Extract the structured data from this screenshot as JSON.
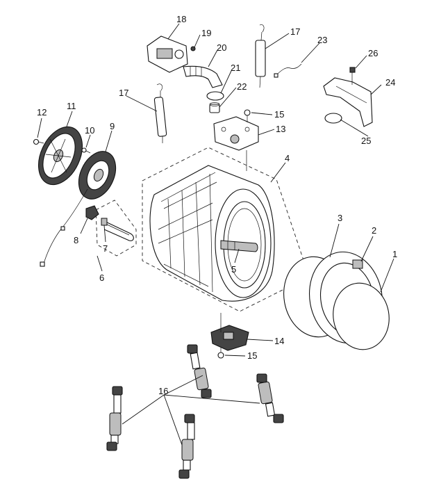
{
  "callouts": {
    "c1": "1",
    "c2": "2",
    "c3": "3",
    "c4": "4",
    "c5": "5",
    "c6": "6",
    "c7": "7",
    "c8": "8",
    "c9": "9",
    "c10": "10",
    "c11": "11",
    "c12": "12",
    "c13": "13",
    "c14": "14",
    "c15a": "15",
    "c15b": "15",
    "c16": "16",
    "c17a": "17",
    "c17b": "17",
    "c18": "18",
    "c19": "19",
    "c20": "20",
    "c21": "21",
    "c22": "22",
    "c23": "23",
    "c24": "24",
    "c25": "25",
    "c26": "26"
  }
}
